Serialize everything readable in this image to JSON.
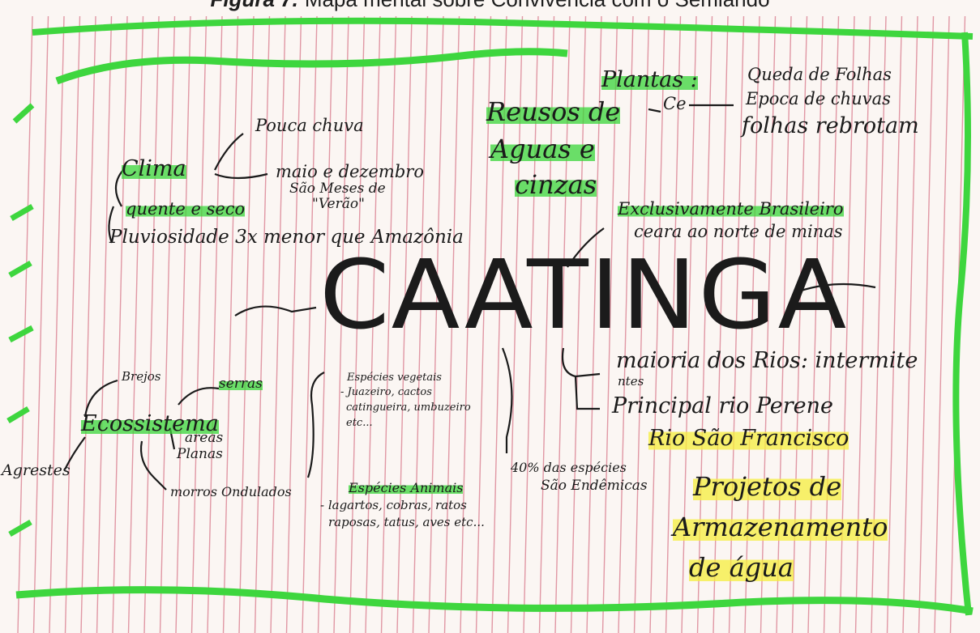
{
  "caption": {
    "label": "Figura 7.",
    "text": "Mapa mental sobre Convivência com o Semiárido"
  },
  "center_title": "CAATINGA",
  "labels": {
    "plantas": "Plantas :",
    "plantas_1": "Queda de Folhas",
    "plantas_2": "Epoca de chuvas",
    "plantas_3": "folhas rebrotam",
    "ce": "Ce",
    "reusos_1": "Reusos de",
    "reusos_2": "Aguas e",
    "reusos_3": "cinzas",
    "pouca_chuva": "Pouca chuva",
    "clima": "Clima",
    "maio": "maio e dezembro",
    "sao_meses": "São Meses de",
    "verao": "\"Verão\"",
    "quente": "quente e seco",
    "pluviosidade": "Pluviosidade 3x menor que Amazônia",
    "exclusivamente": "Exclusivamente Brasileiro",
    "ceara": "ceara ao norte de minas",
    "maioria": "maioria dos Rios: intermite",
    "ntes": "ntes",
    "principal": "Principal rio Perene",
    "rio_sao_francisco": "Rio São Francisco",
    "projetos_1": "Projetos de",
    "projetos_2": "Armazenamento",
    "projetos_3": "de água",
    "brejos": "Brejos",
    "serras": "serras",
    "ecossistema": "Ecossistema",
    "areas_1": "areas",
    "areas_2": "Planas",
    "morros": "morros Ondulados",
    "agrestes": "Agrestes",
    "especies_vegetais_1": "Espécies vegetais",
    "especies_vegetais_2": "- Juazeiro, cactos",
    "especies_vegetais_3": "catingueira, umbuzeiro",
    "especies_vegetais_4": "etc...",
    "especies_animais_1": "Espécies Animais",
    "especies_animais_2": "- lagartos, cobras, ratos",
    "especies_animais_3": "raposas, tatus, aves etc...",
    "endemicas_1": "40% das espécies",
    "endemicas_2": "São Endêmicas"
  },
  "colors": {
    "paper": "#fbf6f3",
    "ruling": "#d8788a",
    "green_border": "#3ed63e",
    "highlight_green": "#39d639",
    "highlight_yellow": "#f6ee3c",
    "ink": "#1a1a1a"
  }
}
